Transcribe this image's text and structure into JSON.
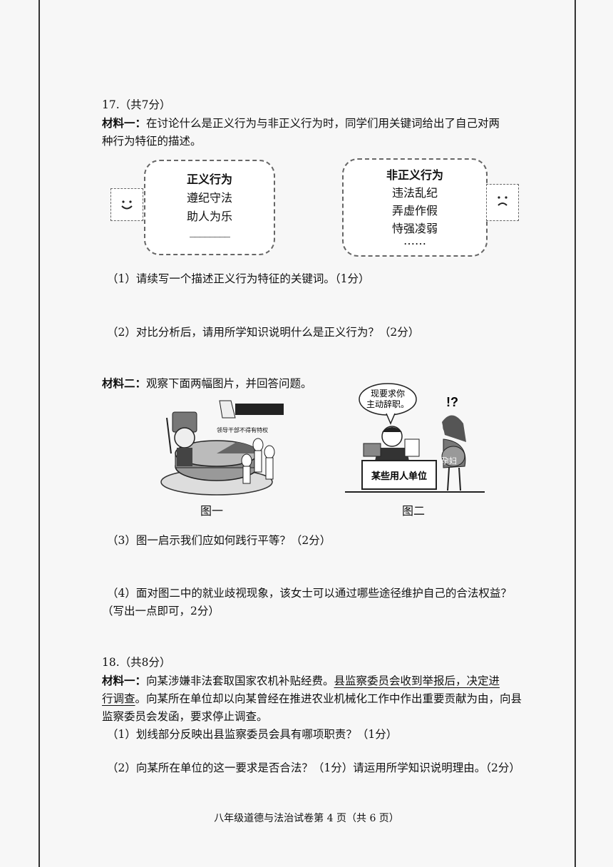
{
  "q17": {
    "header": "17.（共7分）",
    "m1_label": "材料一：",
    "m1_line1": "在讨论什么是正义行为与非正义行为时，同学们用关键词给出了自己对两",
    "m1_line2": "种行为特征的描述。",
    "just_box": {
      "title": "正义行为",
      "items": [
        "遵纪守法",
        "助人为乐"
      ],
      "blank": "________"
    },
    "unjust_box": {
      "title": "非正义行为",
      "items": [
        "违法乱纪",
        "弄虚作假",
        "恃强凌弱",
        "……"
      ]
    },
    "icons": [
      "smiley-face-icon",
      "frown-face-icon"
    ],
    "sub1": "（1）请续写一个描述正义行为特征的关键词。（1分）",
    "sub2": "（2）对比分析后，请用所学知识说明什么是正义行为？（2分）",
    "m2_label": "材料二：",
    "m2_text": "观察下面两幅图片，并回答问题。",
    "fig1": {
      "sign": "领导干部不得有特权",
      "caption": "图一"
    },
    "fig2": {
      "bubble_line1": "现要求你",
      "bubble_line2": "主动辞职。",
      "exclaim": "!?",
      "tag": "孕妇",
      "desk_sign": "某些用人单位",
      "caption": "图二"
    },
    "sub3": "（3）图一启示我们应如何践行平等？（2分）",
    "sub4_line1": "（4）面对图二中的就业歧视现象，该女士可以通过哪些途径维护自己的合法权益？",
    "sub4_line2": "（写出一点即可，2分）"
  },
  "q18": {
    "header": "18.（共8分）",
    "m1_label": "材料一：",
    "m1_line1_plain": "向某涉嫌非法套取国家农机补贴经费。",
    "m1_line1_underlined": "县监察委员会收到举报后，决定进",
    "m1_line2_underlined": "行调查",
    "m1_line2_plain": "。向某所在单位却以向某曾经在推进农业机械化工作中作出重要贡献为由，向县",
    "m1_line3": "监察委员会发函，要求停止调查。",
    "sub1": "（1）划线部分反映出县监察委员会具有哪项职责？（1分）",
    "sub2": "（2）向某所在单位的这一要求是否合法？（1分）请运用所学知识说明理由。（2分）"
  },
  "footer": "八年级道德与法治试卷第 4 页（共 6 页）"
}
